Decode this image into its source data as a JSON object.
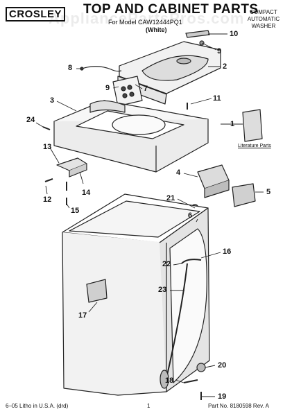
{
  "header": {
    "brand": "CROSLEY",
    "title": "TOP AND CABINET PARTS",
    "subtitle": "For Model CAW12444PQ1",
    "color_note": "(White)",
    "product_line1": "COMPACT AUTOMATIC",
    "product_line2": "WASHER",
    "watermark": "AppliancePartsPros.com"
  },
  "footer": {
    "litho": "6–05 Litho in U.S.A. (drd)",
    "page": "1",
    "part_no": "Part No. 8180598 Rev. A"
  },
  "literature_label": "Literature Parts",
  "callouts": [
    "10",
    "9",
    "8",
    "2",
    "9",
    "7",
    "3",
    "11",
    "24",
    "1",
    "13",
    "4",
    "5",
    "14",
    "12",
    "21",
    "6",
    "15",
    "22",
    "16",
    "23",
    "17",
    "20",
    "18",
    "19"
  ]
}
